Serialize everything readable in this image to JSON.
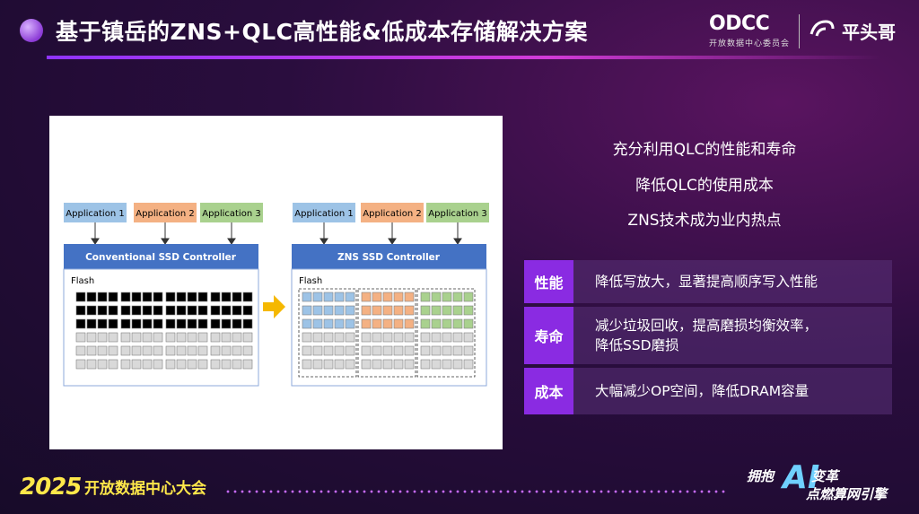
{
  "slide": {
    "title": "基于镇岳的ZNS+QLC高性能&低成本存储解决方案",
    "logos": {
      "odcc": {
        "word": "ODCC",
        "sub": "开放数据中心委员会"
      },
      "ptg": {
        "name": "平头哥"
      }
    }
  },
  "figure": {
    "left": {
      "apps": [
        "Application 1",
        "Application 2",
        "Application 3"
      ],
      "controller": "Conventional SSD Controller",
      "flash_label": "Flash"
    },
    "right": {
      "apps": [
        "Application 1",
        "Application 2",
        "Application 3"
      ],
      "controller": "ZNS SSD Controller",
      "flash_label": "Flash"
    },
    "colors": {
      "app1": "#9dc3e6",
      "app2": "#f4b183",
      "app3": "#a9d18e",
      "controller": "#4472c4",
      "used": "#000000",
      "free": "#d9d9d9",
      "arrow": "#f5b800"
    }
  },
  "headlines": [
    "充分利用QLC的性能和寿命",
    "降低QLC的使用成本",
    "ZNS技术成为业内热点"
  ],
  "features": [
    {
      "tag": "性能",
      "text": "降低写放大，显著提高顺序写入性能"
    },
    {
      "tag": "寿命",
      "text": "减少垃圾回收，提高磨损均衡效率，\n降低SSD磨损"
    },
    {
      "tag": "成本",
      "text": "大幅减少OP空间，降低DRAM容量"
    }
  ],
  "footer": {
    "year": "2025",
    "event": "开放数据中心大会",
    "slogan": {
      "a": "拥抱",
      "ai": "AI",
      "b": "变革",
      "c": "点燃算网引擎"
    }
  }
}
